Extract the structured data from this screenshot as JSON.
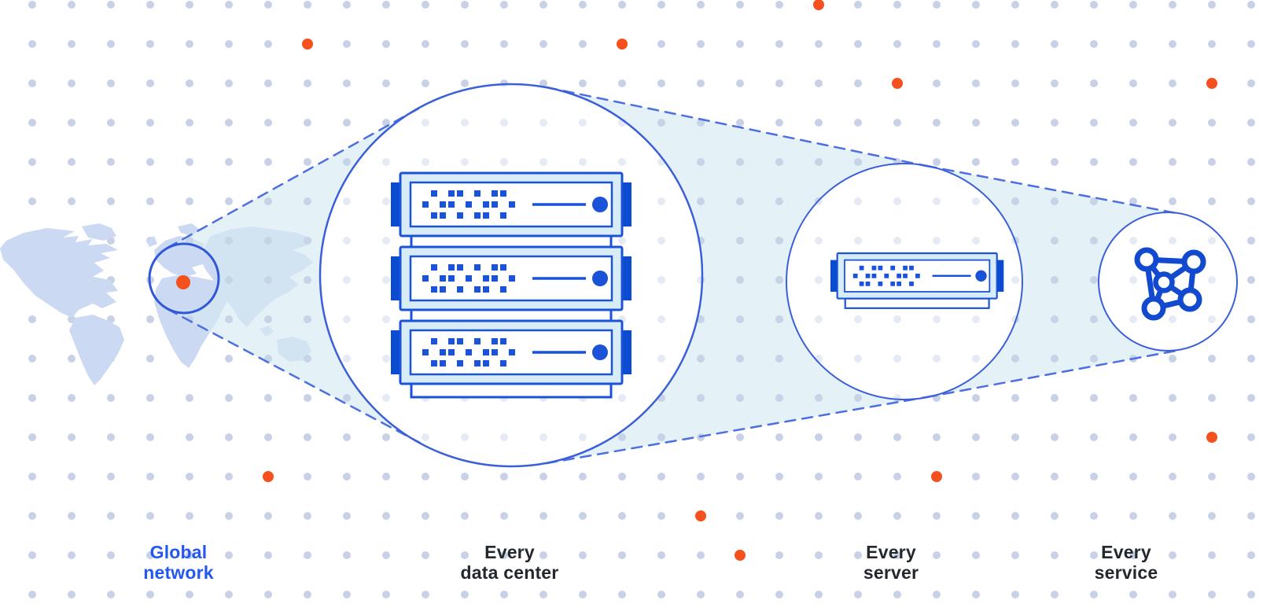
{
  "diagram": {
    "kind": "network-zoom-diagram",
    "stages": [
      {
        "id": "global-network",
        "line1": "Global",
        "line2": "network",
        "highlighted": true,
        "icon": "world-map-location-ring"
      },
      {
        "id": "data-center",
        "line1": "Every",
        "line2": "data center",
        "highlighted": false,
        "icon": "server-stack"
      },
      {
        "id": "server",
        "line1": "Every",
        "line2": "server",
        "highlighted": false,
        "icon": "single-server"
      },
      {
        "id": "service",
        "line1": "Every",
        "line2": "service",
        "highlighted": false,
        "icon": "mesh-network-icon"
      }
    ],
    "colors": {
      "accent_text_blue": "#2457f0",
      "circle_stroke_blue": "#3a5fd9",
      "dashed_line_blue": "#4d6fe0",
      "deep_blue": "#0b4bd0",
      "led_blue": "#1a53d8",
      "server_fill": "#d8ecf7",
      "beam_fill": "#d6ebf3",
      "map_fill": "#ccd9f2",
      "grid_dot": "#c2cce3",
      "orange_accent": "#f4511e",
      "label_dark": "#23282e",
      "background": "#ffffff"
    }
  }
}
